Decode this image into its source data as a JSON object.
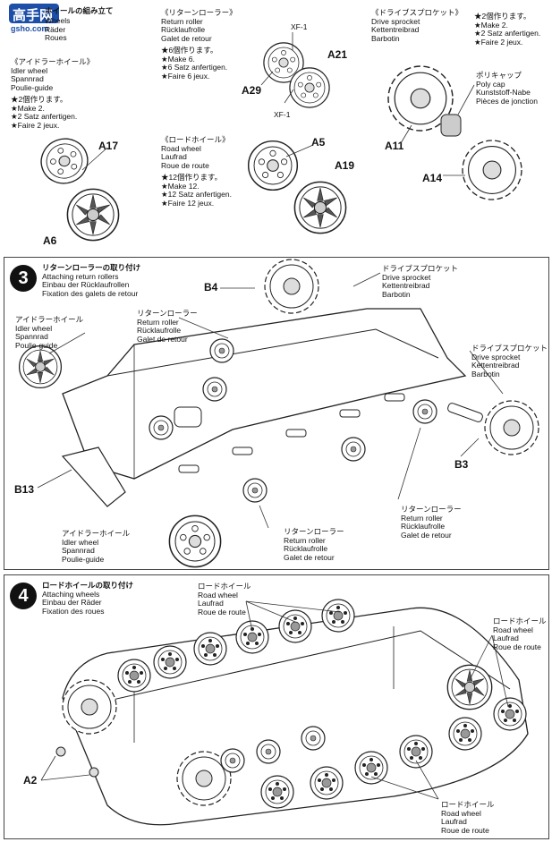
{
  "watermark": {
    "brand": "高手网",
    "url": "gsho.com"
  },
  "section_top": {
    "wheels": {
      "title": "ホイールの組み立て",
      "en": "Wheels",
      "de": "Räder",
      "fr": "Roues"
    },
    "idler": {
      "title": "《アイドラーホイール》",
      "en": "Idler wheel",
      "de": "Spannrad",
      "fr": "Poulie-guide",
      "qty": [
        "★2個作ります。",
        "★Make 2.",
        "★2 Satz anfertigen.",
        "★Faire 2 jeux."
      ]
    },
    "return_roller": {
      "title": "《リターンローラー》",
      "en": "Return roller",
      "de": "Rücklaufrolle",
      "fr": "Galet de retour",
      "qty": [
        "★6個作ります。",
        "★Make 6.",
        "★6 Satz anfertigen.",
        "★Faire 6 jeux."
      ]
    },
    "drive": {
      "title": "《ドライブスプロケット》",
      "en": "Drive sprocket",
      "de": "Kettentreibrad",
      "fr": "Barbotin",
      "qty": [
        "★2個作ります。",
        "★Make 2.",
        "★2 Satz anfertigen.",
        "★Faire 2 jeux."
      ]
    },
    "road_wheel": {
      "title": "《ロードホイール》",
      "en": "Road wheel",
      "de": "Laufrad",
      "fr": "Roue de route",
      "qty": [
        "★12個作ります。",
        "★Make 12.",
        "★12 Satz anfertigen.",
        "★Faire 12 jeux."
      ]
    },
    "poly_cap": {
      "title": "ポリキャップ",
      "en": "Poly cap",
      "de": "Kunststoff-Nabe",
      "fr": "Pièces de jonction"
    },
    "parts": {
      "a17": "A17",
      "a6": "A6",
      "a21": "A21",
      "a29": "A29",
      "xf1a": "XF-1",
      "xf1b": "XF-1",
      "a5": "A5",
      "a19": "A19",
      "a11": "A11",
      "a14": "A14"
    }
  },
  "step3": {
    "number": "3",
    "title": "リターンローラーの取り付け",
    "en": "Attaching return rollers",
    "de": "Einbau der Rücklaufrollen",
    "fr": "Fixation des galets de retour",
    "labels": {
      "drive_top": {
        "jp": "ドライブスプロケット",
        "en": "Drive sprocket",
        "de": "Kettentreibrad",
        "fr": "Barbotin"
      },
      "drive_right": {
        "jp": "ドライブスプロケット",
        "en": "Drive sprocket",
        "de": "Kettentreibrad",
        "fr": "Barbotin"
      },
      "idler": {
        "jp": "アイドラーホイール",
        "en": "Idler wheel",
        "de": "Spannrad",
        "fr": "Poulie-guide"
      },
      "idler_bottom": {
        "jp": "アイドラーホイール",
        "en": "Idler wheel",
        "de": "Spannrad",
        "fr": "Poulie-guide"
      },
      "return_top": {
        "jp": "リターンローラー",
        "en": "Return roller",
        "de": "Rücklaufrolle",
        "fr": "Galet de retour"
      },
      "return_mid": {
        "jp": "リターンローラー",
        "en": "Return roller",
        "de": "Rücklaufrolle",
        "fr": "Galet de retour"
      },
      "return_right": {
        "jp": "リターンローラー",
        "en": "Return roller",
        "de": "Rücklaufrolle",
        "fr": "Galet de retour"
      }
    },
    "parts": {
      "b4": "B4",
      "b3": "B3",
      "b13": "B13"
    }
  },
  "step4": {
    "number": "4",
    "title": "ロードホイールの取り付け",
    "en": "Attaching wheels",
    "de": "Einbau der Räder",
    "fr": "Fixation des roues",
    "labels": {
      "road_top": {
        "jp": "ロードホイール",
        "en": "Road wheel",
        "de": "Laufrad",
        "fr": "Roue de route"
      },
      "road_right": {
        "jp": "ロードホイール",
        "en": "Road wheel",
        "de": "Laufrad",
        "fr": "Roue de route"
      },
      "road_bottom": {
        "jp": "ロードホイール",
        "en": "Road wheel",
        "de": "Laufrad",
        "fr": "Roue de route"
      }
    },
    "parts": {
      "a2": "A2"
    }
  }
}
